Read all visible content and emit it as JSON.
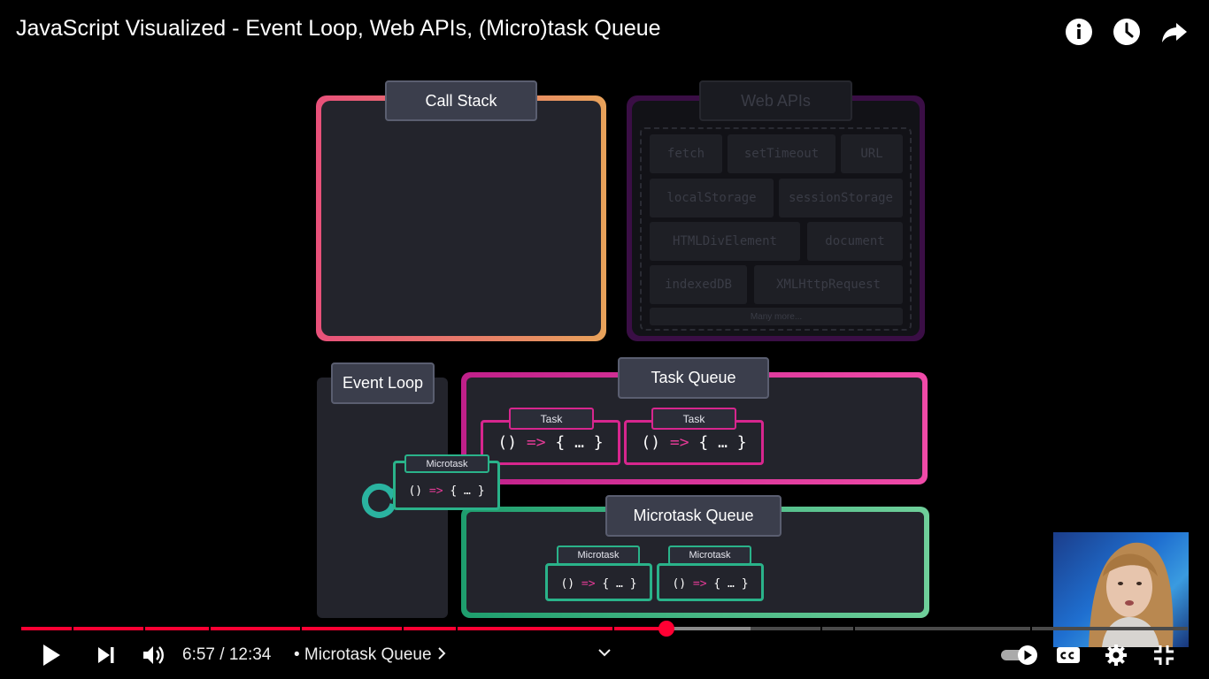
{
  "video": {
    "title": "JavaScript Visualized - Event Loop, Web APIs, (Micro)task Queue"
  },
  "top_icons": [
    "info-icon",
    "clock-icon",
    "share-icon"
  ],
  "diagram": {
    "call_stack": {
      "label": "Call Stack"
    },
    "web_apis": {
      "label": "Web APIs",
      "items": [
        "fetch",
        "setTimeout",
        "URL",
        "localStorage",
        "sessionStorage",
        "HTMLDivElement",
        "document",
        "indexedDB",
        "XMLHttpRequest",
        "Many more..."
      ]
    },
    "event_loop": {
      "label": "Event Loop"
    },
    "task_queue": {
      "label": "Task Queue",
      "tasks": [
        {
          "tag": "Task",
          "code_open": "() ",
          "arrow": "=>",
          "code_close": " { … }"
        },
        {
          "tag": "Task",
          "code_open": "() ",
          "arrow": "=>",
          "code_close": " { … }"
        }
      ]
    },
    "moving_microtask": {
      "tag": "Microtask",
      "code_open": "() ",
      "arrow": "=>",
      "code_close": " { … }"
    },
    "microtask_queue": {
      "label": "Microtask Queue",
      "items": [
        {
          "tag": "Microtask",
          "code_open": "() ",
          "arrow": "=>",
          "code_close": " { … }"
        },
        {
          "tag": "Microtask",
          "code_open": "() ",
          "arrow": "=>",
          "code_close": " { … }"
        }
      ]
    }
  },
  "player": {
    "time": "6:57 / 12:34",
    "chapter": "• Microtask Queue",
    "progress": 0.553,
    "buffered": 0.625,
    "colors": {
      "played": "#ff0033",
      "buffered": "#8a8a8a",
      "unplayed": "#4a4a4a"
    }
  }
}
